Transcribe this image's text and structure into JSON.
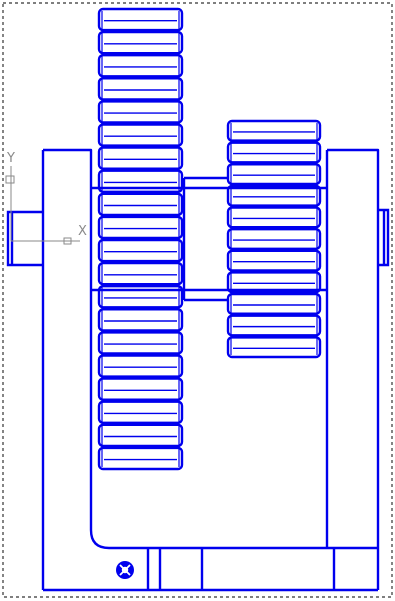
{
  "colors": {
    "drawing": "#0000ee",
    "axis": "#8a8a8a",
    "frame": "#333333",
    "background": "#ffffff"
  },
  "axes": {
    "y_label": "Y",
    "x_label": "X"
  },
  "parts": {
    "large_gear_teeth": 20,
    "small_gear_teeth": 11
  },
  "icons": {
    "triad": "coordinate-triad-icon",
    "badge": "part-number-badge-icon"
  }
}
